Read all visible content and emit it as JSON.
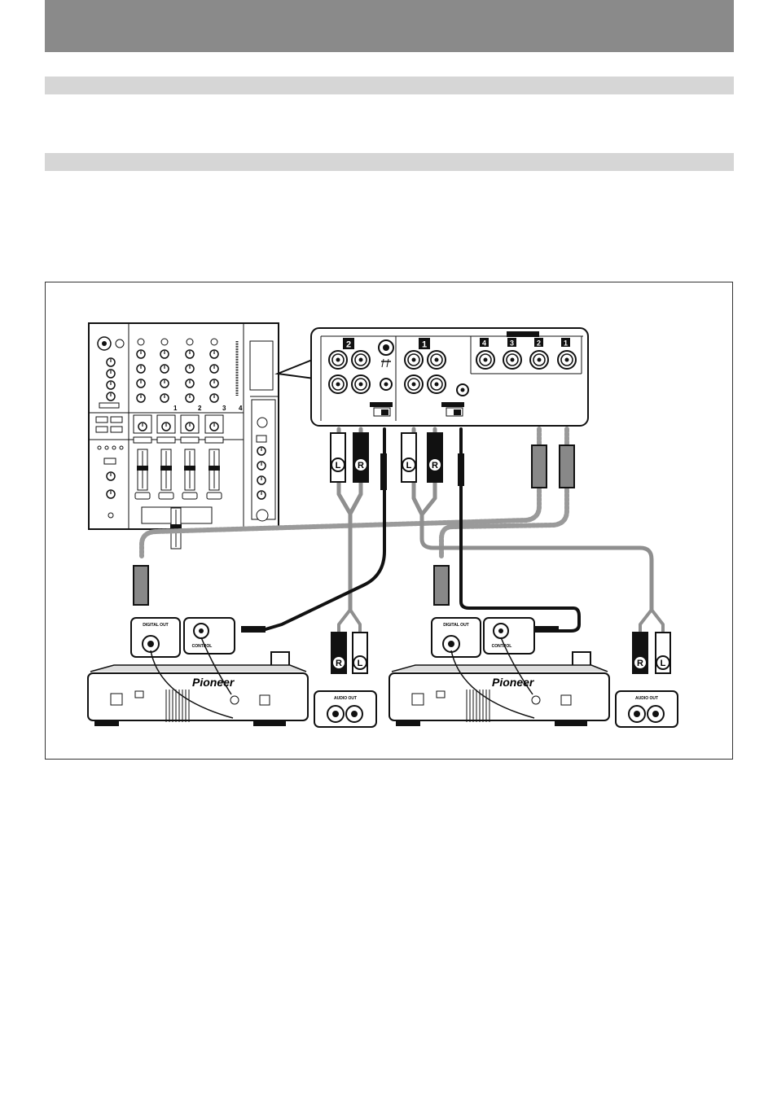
{
  "mixer_rear": {
    "channel_2_badge": "2",
    "channel_1_badge": "1",
    "digital_in_badges": [
      "4",
      "3",
      "2",
      "1"
    ]
  },
  "mixer_front": {
    "channel_numbers": [
      "1",
      "2",
      "3",
      "4"
    ]
  },
  "plugs": {
    "left": "L",
    "right": "R"
  },
  "player_left": {
    "digital_out_label": "DIGITAL OUT",
    "control_label": "CONTROL",
    "audio_out_label": "AUDIO OUT",
    "audio_out_r": "R",
    "audio_out_l": "L",
    "brand": "Pioneer"
  },
  "player_right": {
    "digital_out_label": "DIGITAL OUT",
    "control_label": "CONTROL",
    "audio_out_label": "AUDIO OUT",
    "audio_out_r": "R",
    "audio_out_l": "L",
    "brand": "Pioneer"
  },
  "colors": {
    "header_band": "#8a8a8a",
    "section_bar": "#d6d6d6",
    "gray_cable": "#8f8f8f",
    "black_cable": "#111111",
    "dashed_cable": "#9a9a9a"
  }
}
